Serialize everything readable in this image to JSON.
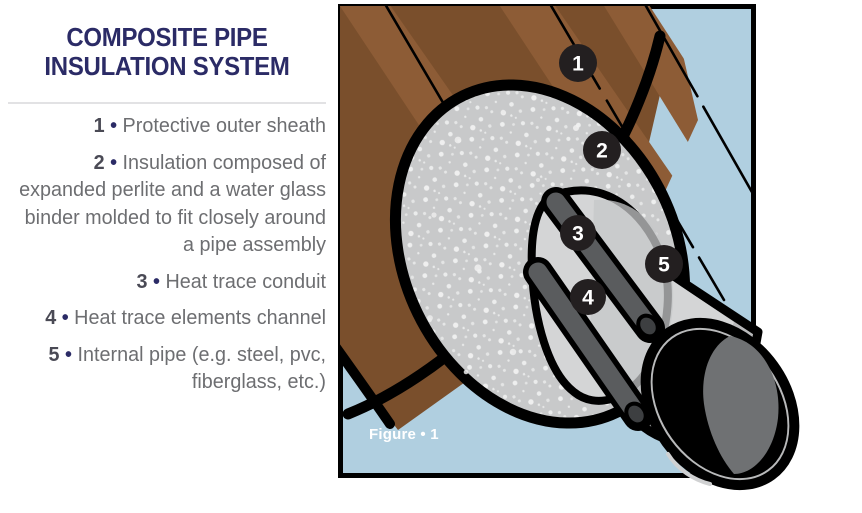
{
  "title": {
    "line1": "COMPOSITE PIPE",
    "line2": "INSULATION SYSTEM",
    "color": "#2b2b66"
  },
  "legend": {
    "items": [
      {
        "num": "1",
        "sep": "•",
        "text": "Protective outer sheath"
      },
      {
        "num": "2",
        "sep": "•",
        "text": "Insulation composed of expanded perlite and a water glass binder molded to fit closely around a pipe assembly"
      },
      {
        "num": "3",
        "sep": "•",
        "text": "Heat trace conduit"
      },
      {
        "num": "4",
        "sep": "•",
        "text": "Heat trace elements channel"
      },
      {
        "num": "5",
        "sep": "•",
        "text": "Internal pipe (e.g. steel, pvc, fiberglass, etc.)"
      }
    ]
  },
  "figure": {
    "caption": "Figure • 1",
    "background_color": "#b0cfe0",
    "border_color": "#000000"
  },
  "callouts": [
    {
      "id": "1",
      "label": "1",
      "target": "protective-outer-sheath"
    },
    {
      "id": "2",
      "label": "2",
      "target": "insulation"
    },
    {
      "id": "3",
      "label": "3",
      "target": "heat-trace-conduit"
    },
    {
      "id": "4",
      "label": "4",
      "target": "heat-trace-elements-channel"
    },
    {
      "id": "5",
      "label": "5",
      "target": "internal-pipe"
    }
  ],
  "colors": {
    "sheath_dark": "#7a4f2c",
    "sheath_light": "#8d5c36",
    "insulation": "#c8c9ca",
    "insulation_speckle": "#eeeeee",
    "pipe_light": "#d4d5d6",
    "pipe_mid": "#b9babb",
    "conduit": "#5a5c5e",
    "bore_black": "#000000",
    "bore_gray": "#6f7173",
    "badge": "#231f20",
    "badge_text": "#ffffff"
  }
}
